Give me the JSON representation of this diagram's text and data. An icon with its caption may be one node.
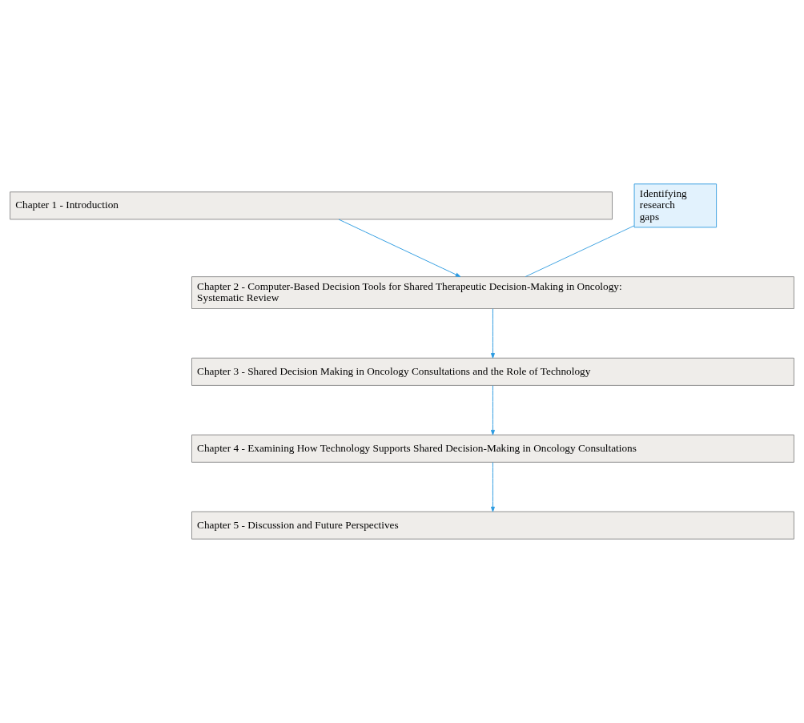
{
  "diagram": {
    "nodes": [
      {
        "text": [
          "Chapter 1 - Introduction"
        ]
      },
      {
        "text": [
          "Identifying research gaps"
        ]
      },
      {
        "text": [
          "Chapter 2 - Computer-Based Decision Tools for Shared Therapeutic Decision-Making in Oncology: Systematic Review"
        ]
      },
      {
        "text": [
          "Chapter 3 - Shared Decision Making in Oncology Consultations and the Role of Technology"
        ]
      },
      {
        "text": [
          "Chapter 4 - Examining How Technology Supports Shared Decision-Making in Oncology Consultations"
        ]
      },
      {
        "text": [
          "Chapter 5 - Discussion and Future Perspectives"
        ]
      }
    ],
    "edges": [
      {
        "from": 0,
        "to": 2,
        "arrow": "to"
      },
      {
        "from": 1,
        "to": 2,
        "arrow": "none"
      },
      {
        "from": 2,
        "to": 3,
        "arrow": "to"
      },
      {
        "from": 3,
        "to": 4,
        "arrow": "to"
      },
      {
        "from": 4,
        "to": 5,
        "arrow": "to"
      }
    ]
  }
}
